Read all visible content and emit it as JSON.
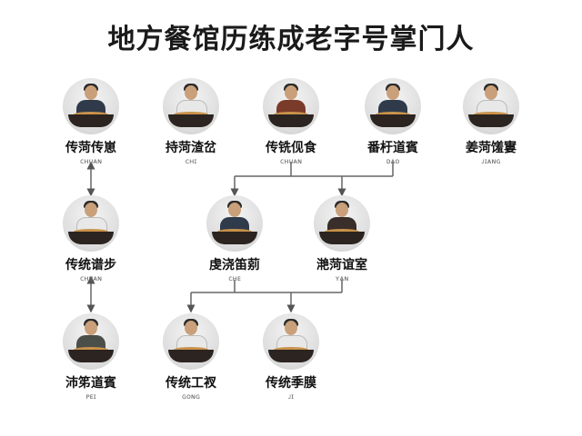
{
  "title": "地方餐馆历练成老字号掌门人",
  "nodes": [
    {
      "name": "传菏传崽",
      "sub": "ᴄʜᴜᴀɴ"
    },
    {
      "name": "持菏渣岔",
      "sub": "ᴄʜɪ"
    },
    {
      "name": "传铣伣食",
      "sub": "ᴄʜᴜᴀɴ"
    },
    {
      "name": "番杅道賓",
      "sub": "ᴅᴀᴏ"
    },
    {
      "name": "姜菏馐寠",
      "sub": "ᴊɪᴀɴɢ"
    },
    {
      "name": "传统谱步",
      "sub": "ᴄʜᴜᴀɴ"
    },
    {
      "name": "虔浇笛莂",
      "sub": "ᴄʜᴇ"
    },
    {
      "name": "滟菏谊室",
      "sub": "ʏᴀɴ"
    },
    {
      "name": "沛笫道賓",
      "sub": "ᴘᴇɪ"
    },
    {
      "name": "传统工衩",
      "sub": "ɢᴏɴɢ"
    },
    {
      "name": "传统季膜",
      "sub": "ᴊɪ"
    }
  ]
}
